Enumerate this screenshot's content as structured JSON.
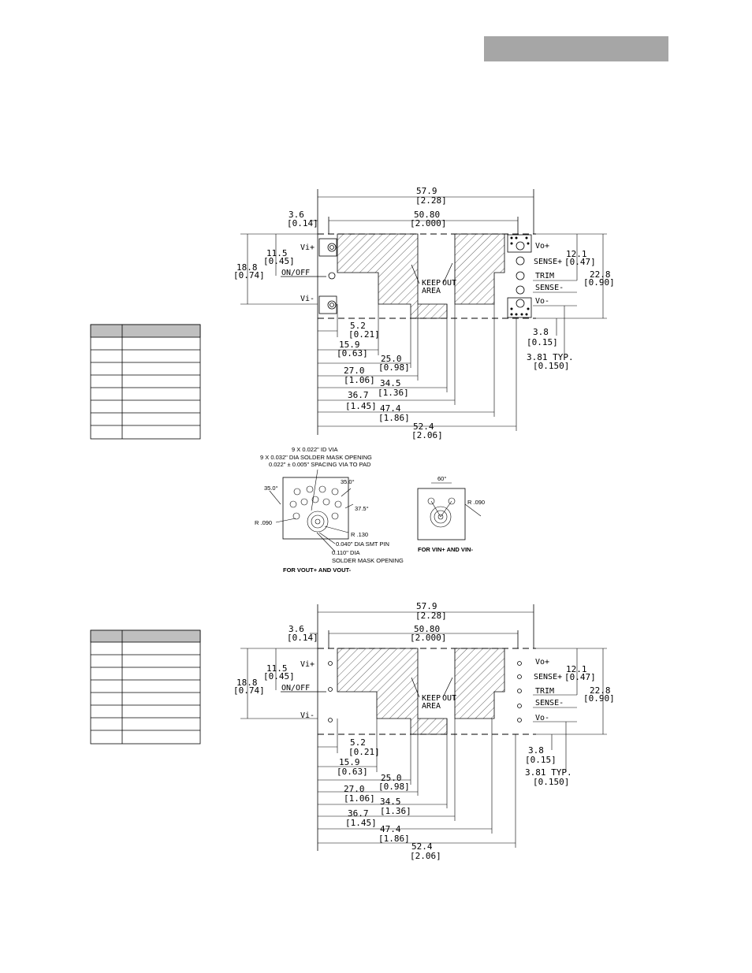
{
  "drawing1": {
    "dims": {
      "overall": "57.9",
      "overall_in": "[2.28]",
      "pitch": "50.80",
      "pitch_in": "[2.000]",
      "edge": "3.6",
      "edge_in": "[0.14]",
      "vin_h": "11.5",
      "vin_h_in": "[0.45]",
      "vin_tot": "18.8",
      "vin_tot_in": "[0.74]",
      "vout_h": "12.1",
      "vout_h_in": "[0.47]",
      "height": "22.8",
      "height_in": "[0.90]",
      "off": "3.8",
      "off_in": "[0.15]",
      "typ": "3.81 TYP.",
      "typ_in": "[0.150]",
      "d1": "5.2",
      "d1_in": "[0.21]",
      "d2": "15.9",
      "d2_in": "[0.63]",
      "d3": "25.0",
      "d3_in": "[0.98]",
      "d4": "27.0",
      "d4_in": "[1.06]",
      "d5": "34.5",
      "d5_in": "[1.36]",
      "d6": "36.7",
      "d6_in": "[1.45]",
      "d7": "47.4",
      "d7_in": "[1.86]",
      "d8": "52.4",
      "d8_in": "[2.06]"
    },
    "pins_left": [
      "Vi+",
      "ON/OFF",
      "Vi-"
    ],
    "pins_right": [
      "Vo+",
      "SENSE+",
      "TRIM",
      "SENSE-",
      "Vo-"
    ],
    "keep1": "KEEP",
    "keep2": "OUT",
    "area": "AREA"
  },
  "detail": {
    "via1": "9 X 0.022\" ID VIA",
    "via2": "9 X 0.032\" DIA SOLDER MASK OPENING",
    "via3": "0.022\" ± 0.005\" SPACING VIA TO PAD",
    "a1": "35.0°",
    "a2": "35.0°",
    "a3": "37.5°",
    "r1": "R .090",
    "r2": "R .130",
    "pin1": "0.040\" DIA SMT PIN",
    "pin2": "0.110\" DIA",
    "pin3": "SOLDER MASK OPENING",
    "cap_out": "FOR VOUT+ AND VOUT-",
    "a4": "60°",
    "r3": "R .090",
    "cap_in": "FOR VIN+ AND VIN-"
  }
}
